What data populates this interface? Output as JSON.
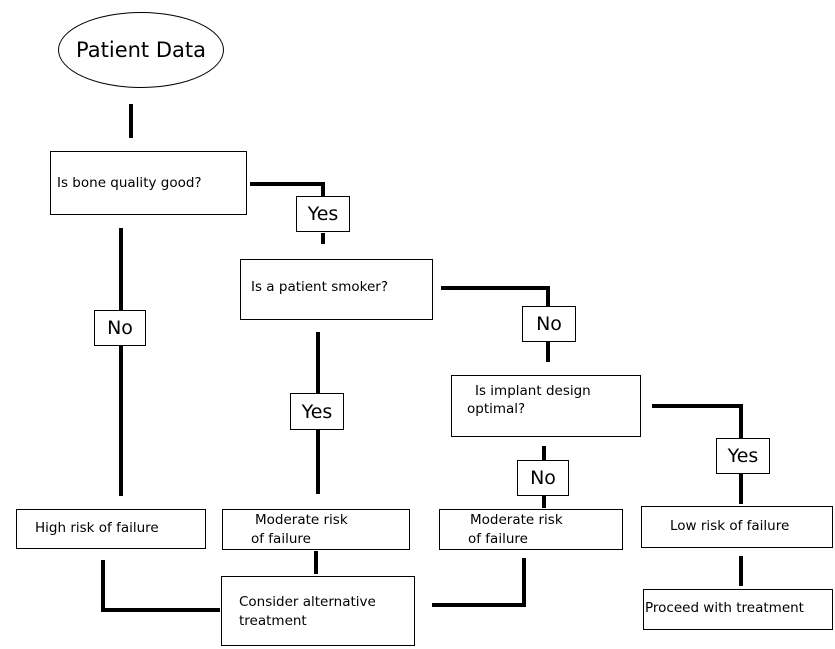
{
  "nodes": {
    "start": "Patient Data",
    "bone_question": "Is bone quality good?",
    "smoker_question": "Is a patient smoker?",
    "implant_question_line1": "Is implant design",
    "implant_question_line2": "optimal?",
    "high_risk": "High risk of failure",
    "moderate_risk_1_line1": "Moderate risk",
    "moderate_risk_1_line2": "of failure",
    "moderate_risk_2_line1": "Moderate risk",
    "moderate_risk_2_line2": "of failure",
    "low_risk": "Low risk of failure",
    "alternative_line1": "Consider alternative",
    "alternative_line2": "treatment",
    "proceed": "Proceed with treatment"
  },
  "edge_labels": {
    "bone_yes": "Yes",
    "bone_no": "No",
    "smoker_no": "No",
    "smoker_yes": "Yes",
    "implant_no": "No",
    "implant_yes": "Yes"
  }
}
